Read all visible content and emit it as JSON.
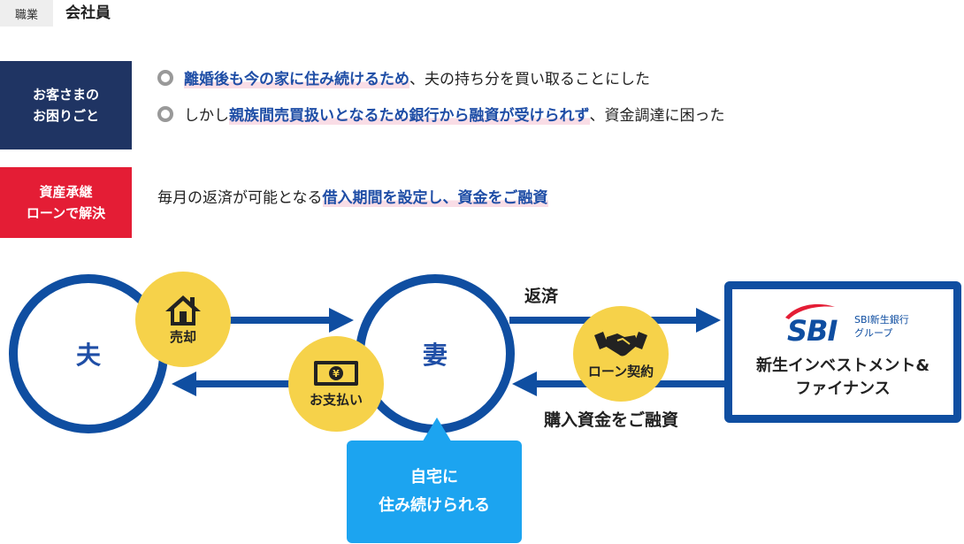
{
  "occupation": {
    "tag": "職業",
    "value": "会社員"
  },
  "problem": {
    "label": "お客さまの\nお困りごと",
    "lines": [
      {
        "highlight": "離婚後も今の家に住み続けるため",
        "rest": "、夫の持ち分を買い取ることにした"
      },
      {
        "pre": "しかし",
        "highlight": "親族間売買扱いとなるため銀行から融資が受けられず",
        "rest": "、資金調達に困った"
      }
    ]
  },
  "solution": {
    "label": "資産承継\nローンで解決",
    "pre": "毎月の返済が可能となる",
    "highlight": "借入期間を設定し、資金をご融資"
  },
  "diagram": {
    "husband": "夫",
    "wife": "妻",
    "sale_badge": "売却",
    "payment_badge": "お支払い",
    "loan_badge": "ローン契約",
    "repay_label": "返済",
    "funding_label": "購入資金をご融資",
    "sbi_logo": "SBI",
    "sbi_group_line1": "SBI新生銀行",
    "sbi_group_line2": "グループ",
    "company": "新生インベストメント&\nファイナンス",
    "callout": "自宅に\n住み続けられる",
    "colors": {
      "navy": "#1f3463",
      "blue": "#0f4ea1",
      "red": "#e41d35",
      "yellow": "#f6d24a",
      "callout": "#1ca4f0"
    }
  }
}
